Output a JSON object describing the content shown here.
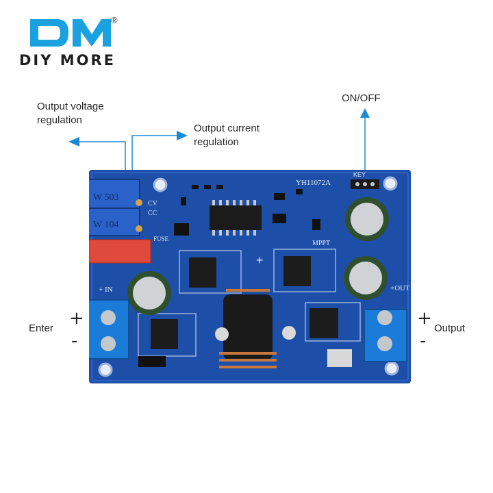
{
  "brand": {
    "logo_letters": "DM",
    "name": "DIY MORE",
    "registered_mark": "®",
    "accent_color": "#1aa1e0"
  },
  "labels": {
    "voltage_regulation": "Output voltage regulation",
    "current_regulation": "Output current regulation",
    "on_off": "ON/OFF",
    "enter": "Enter",
    "output": "Output",
    "input_plus": "+",
    "input_minus": "-",
    "output_plus": "+",
    "output_minus": "-"
  },
  "board": {
    "color": "#1d4fa8",
    "model": "YH11072A",
    "pot_top": "W 503",
    "pot_bottom": "W 104",
    "cv": "CV",
    "cc": "CC",
    "key": "KEY",
    "mppt": "MPPT",
    "fuse": "FUSE",
    "in_label": "+ IN",
    "out_label": "+OUT",
    "plus_mark": "+"
  }
}
